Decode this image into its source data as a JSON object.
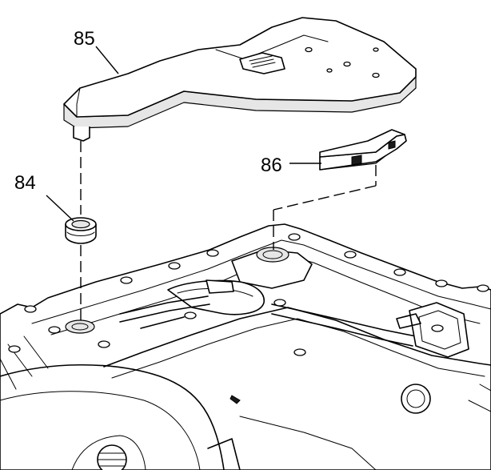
{
  "callouts": {
    "filter": "85",
    "seal": "84",
    "spacer": "86"
  }
}
